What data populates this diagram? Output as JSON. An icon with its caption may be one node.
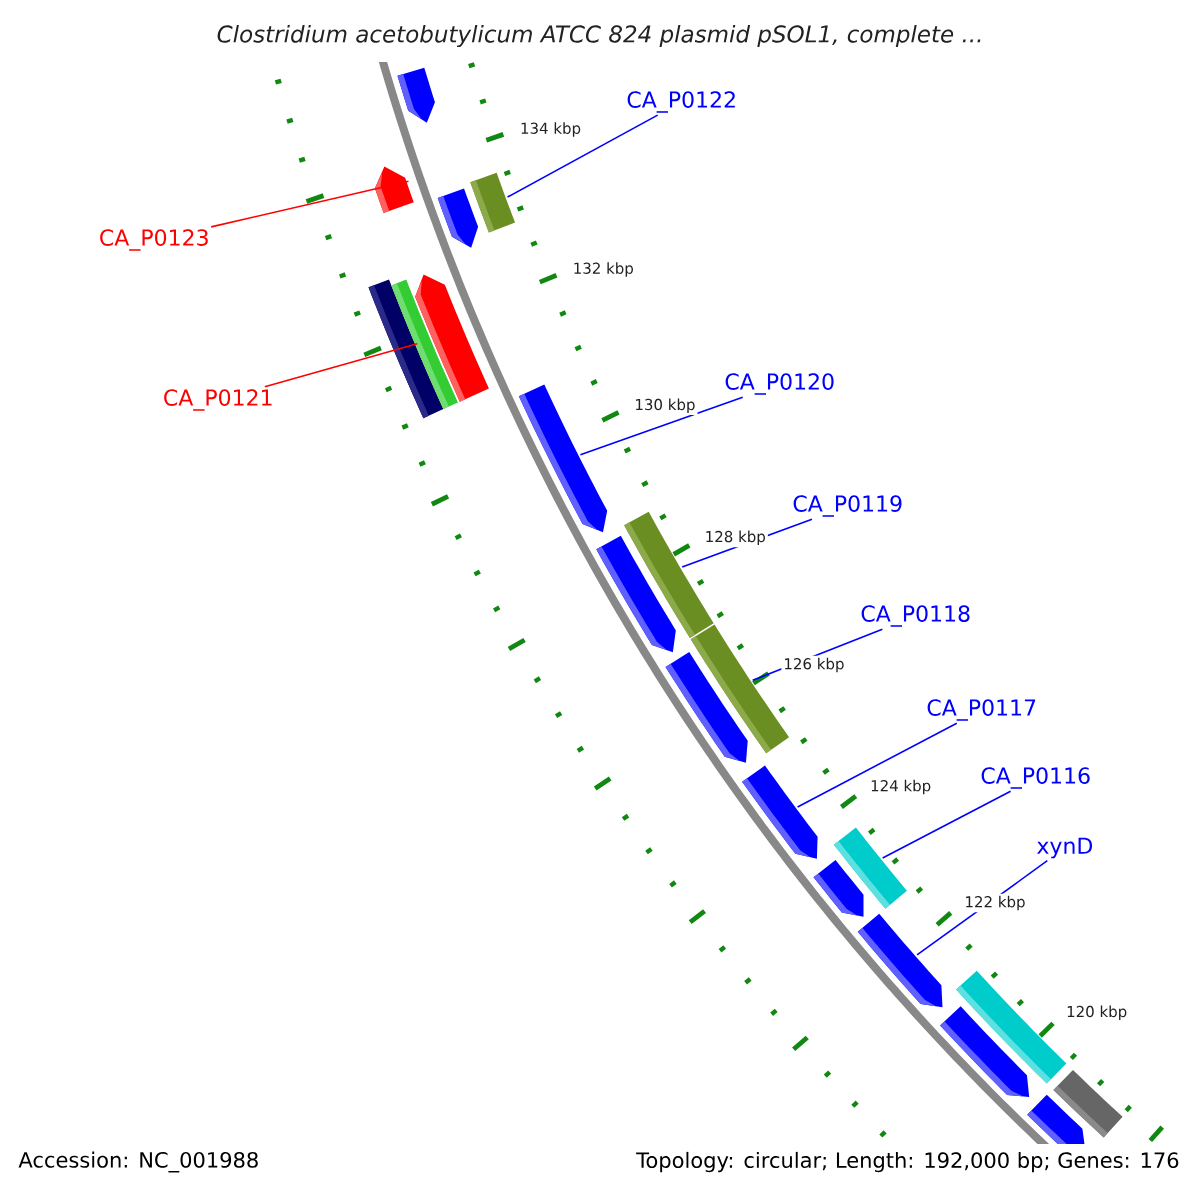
{
  "diagram": {
    "title": "Clostridium acetobutylicum ATCC 824 plasmid pSOL1, complete ...",
    "nodes": [
      {
        "text": [
          "CA_P0122"
        ]
      },
      {
        "text": [
          "CA_P0123"
        ]
      },
      {
        "text": [
          "CA_P0121"
        ]
      },
      {
        "text": [
          "CA_P0120"
        ]
      },
      {
        "text": [
          "CA_P0119"
        ]
      },
      {
        "text": [
          "CA_P0118"
        ]
      },
      {
        "text": [
          "CA_P0117"
        ]
      },
      {
        "text": [
          "CA_P0116"
        ]
      },
      {
        "text": [
          "xynD"
        ]
      },
      {
        "text": [],
        "shape": "arrow"
      },
      {
        "text": [],
        "shape": "arrow"
      },
      {
        "text": [],
        "shape": "bar"
      },
      {
        "text": [],
        "shape": "arrow"
      },
      {
        "text": [],
        "shape": "bar"
      },
      {
        "text": [],
        "shape": "bar"
      },
      {
        "text": [],
        "shape": "arrow"
      },
      {
        "text": [],
        "shape": "arrow"
      },
      {
        "text": [],
        "shape": "bar"
      },
      {
        "text": [],
        "shape": "arrow"
      },
      {
        "text": [],
        "shape": "bar"
      },
      {
        "text": [],
        "shape": "arrow"
      },
      {
        "text": [],
        "shape": "arrow"
      },
      {
        "text": [],
        "shape": "bar"
      },
      {
        "text": [],
        "shape": "arrow"
      },
      {
        "text": [],
        "shape": "arrow"
      },
      {
        "text": [],
        "shape": "bar"
      },
      {
        "text": [],
        "shape": "arrow"
      },
      {
        "text": [],
        "shape": "arrow"
      },
      {
        "text": [],
        "shape": "bar"
      }
    ],
    "edges": [
      {
        "from": 0,
        "to": 11,
        "arrow": "none"
      },
      {
        "from": 1,
        "to": 10,
        "arrow": "none",
        "color": "#ff0000"
      },
      {
        "from": 2,
        "to": 13,
        "arrow": "none",
        "color": "#ff0000"
      },
      {
        "from": 3,
        "to": 16,
        "arrow": "none"
      },
      {
        "from": 4,
        "to": 17,
        "arrow": "none"
      },
      {
        "from": 5,
        "to": 19,
        "arrow": "none"
      },
      {
        "from": 6,
        "to": 21,
        "arrow": "none"
      },
      {
        "from": 7,
        "to": 22,
        "arrow": "none"
      },
      {
        "from": 8,
        "to": 24,
        "arrow": "none"
      }
    ],
    "labels": [
      "134 kbp",
      "132 kbp",
      "130 kbp",
      "128 kbp",
      "126 kbp",
      "124 kbp",
      "122 kbp",
      "120 kbp",
      "Accession: NC_001988",
      "Topology: circular; Length: 192,000 bp; Genes: 176"
    ]
  }
}
